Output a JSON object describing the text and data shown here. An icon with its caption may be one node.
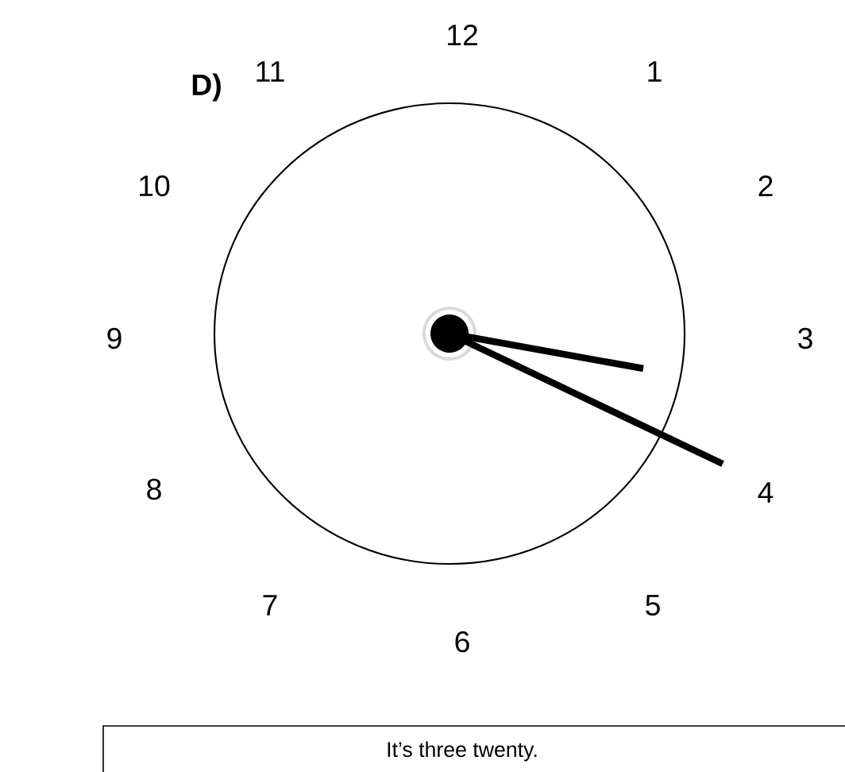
{
  "diagram": {
    "nodes": [
      {
        "text": [
          "It’s three twenty."
        ]
      }
    ],
    "labels": [
      "12",
      "D)",
      "11",
      "1",
      "10",
      "2",
      "9",
      "3",
      "8",
      "4",
      "7",
      "5",
      "6"
    ]
  }
}
